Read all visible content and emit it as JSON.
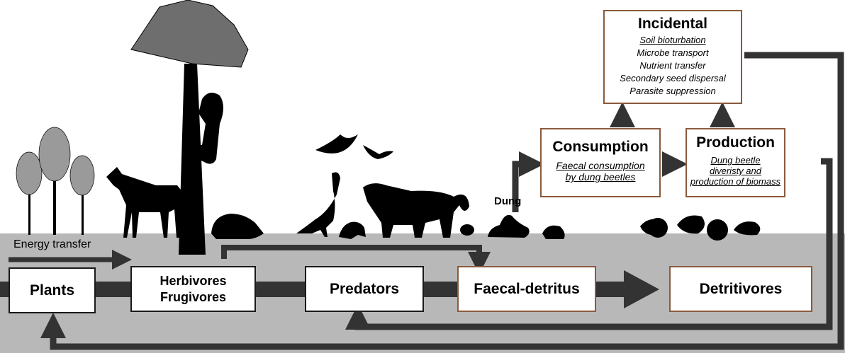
{
  "colors": {
    "ground": "#b8b8b8",
    "arrow": "#333333",
    "silhouette": "#000000",
    "box_border_brown": "#8b5a3c"
  },
  "trophic_levels": [
    "Plants",
    "Herbivores\nFrugivores",
    "Predators",
    "Faecal-detritus",
    "Detritivores"
  ],
  "labels": {
    "energy_transfer": "Energy transfer",
    "dung": "Dung"
  },
  "consumption": {
    "title": "Consumption",
    "lines": [
      "Faecal consumption",
      "by dung beetles"
    ]
  },
  "production": {
    "title": "Production",
    "lines": [
      "Dung beetle",
      "diveristy and",
      "production of biomass"
    ]
  },
  "incidental": {
    "title": "Incidental",
    "items": [
      "Soil bioturbation",
      "Microbe transport",
      "Nutrient transfer",
      "Secondary seed dispersal",
      "Parasite suppression"
    ]
  },
  "silhouettes": [
    "trees",
    "deer",
    "palm-tree",
    "monkey",
    "armadillo",
    "bats",
    "turkey-bird",
    "frog",
    "jaguar",
    "dung-beetles",
    "dung-pile"
  ]
}
